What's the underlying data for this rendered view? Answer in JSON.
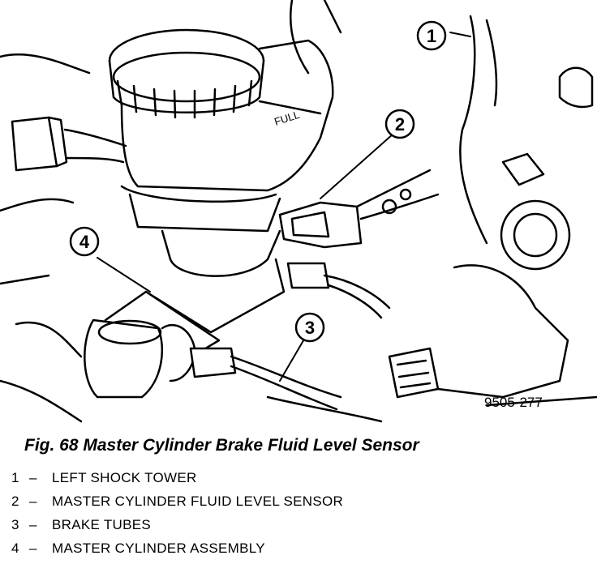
{
  "figure": {
    "code": "9505-277",
    "callouts": [
      "1",
      "2",
      "3",
      "4"
    ],
    "caption": "Fig. 68 Master Cylinder Brake Fluid Level Sensor",
    "reservoir_mark": "FULL"
  },
  "legend": [
    {
      "num": "1",
      "dash": "–",
      "text": "LEFT SHOCK TOWER"
    },
    {
      "num": "2",
      "dash": "–",
      "text": "MASTER CYLINDER FLUID LEVEL SENSOR"
    },
    {
      "num": "3",
      "dash": "–",
      "text": "BRAKE TUBES"
    },
    {
      "num": "4",
      "dash": "–",
      "text": "MASTER CYLINDER ASSEMBLY"
    }
  ]
}
